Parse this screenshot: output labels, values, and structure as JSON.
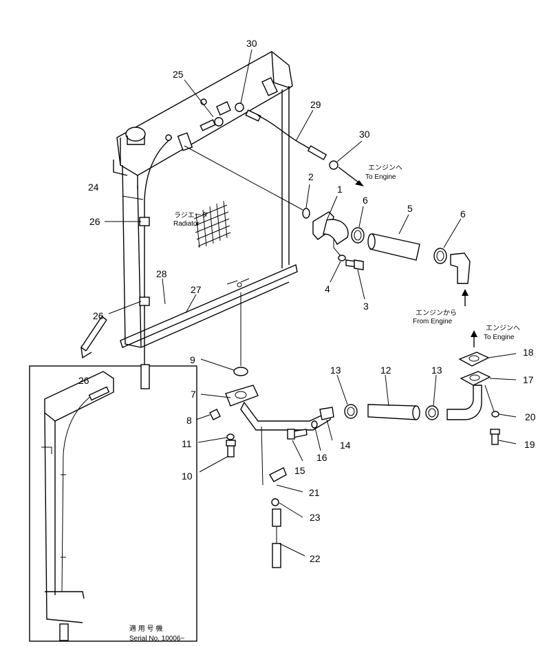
{
  "callouts": {
    "c1": "1",
    "c2": "2",
    "c3": "3",
    "c4": "4",
    "c5": "5",
    "c6a": "6",
    "c6b": "6",
    "c7": "7",
    "c8": "8",
    "c9": "9",
    "c10": "10",
    "c11": "11",
    "c12": "12",
    "c13a": "13",
    "c13b": "13",
    "c14": "14",
    "c15": "15",
    "c16": "16",
    "c17": "17",
    "c18": "18",
    "c19": "19",
    "c20": "20",
    "c21": "21",
    "c22": "22",
    "c23": "23",
    "c24": "24",
    "c25": "25",
    "c26a": "26",
    "c26b": "26",
    "c26c": "26",
    "c27": "27",
    "c28": "28",
    "c29": "29",
    "c30a": "30",
    "c30b": "30"
  },
  "notes": {
    "radiator_jp": "ラジエータ",
    "radiator_en": "Radiator",
    "to_engine_top_jp": "エンジンへ",
    "to_engine_top_en": "To Engine",
    "from_engine_jp": "エンジンから",
    "from_engine_en": "From Engine",
    "to_engine_right_jp": "エンジンへ",
    "to_engine_right_en": "To Engine",
    "serial_jp": "適 用 号 機",
    "serial_en": "Serial No. 10006~"
  }
}
